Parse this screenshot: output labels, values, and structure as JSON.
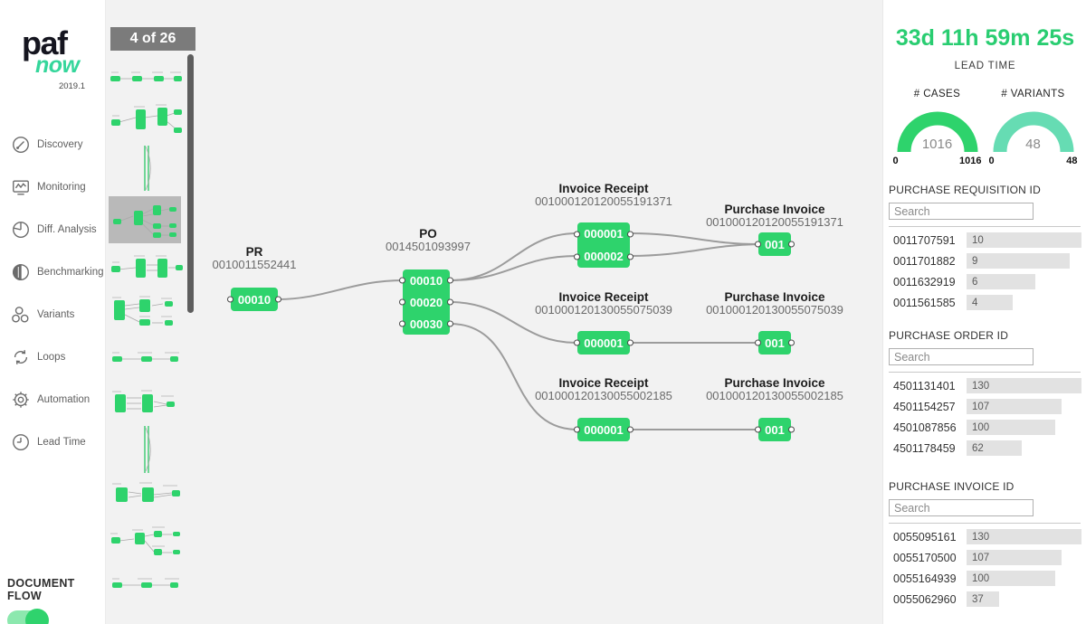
{
  "sidebar": {
    "logo": {
      "paf": "paf",
      "now": "now",
      "version": "2019.1"
    },
    "items": [
      {
        "label": "Discovery"
      },
      {
        "label": "Monitoring"
      },
      {
        "label": "Diff. Analysis"
      },
      {
        "label": "Benchmarking"
      },
      {
        "label": "Variants"
      },
      {
        "label": "Loops"
      },
      {
        "label": "Automation"
      },
      {
        "label": "Lead Time"
      }
    ],
    "document_flow_label": "DOCUMENT FLOW",
    "document_flow_on": true
  },
  "thumbnails": {
    "counter": "4 of 26",
    "selected": 4,
    "total": 26
  },
  "diagram": {
    "nodes": {
      "pr": {
        "title": "PR",
        "subtitle": "0010011552441",
        "items": {
          "0": "00010"
        }
      },
      "po": {
        "title": "PO",
        "subtitle": "0014501093997",
        "items": {
          "0": "00010",
          "1": "00020",
          "2": "00030"
        }
      },
      "ir1": {
        "title": "Invoice Receipt",
        "subtitle": "001000120120055191371",
        "items": {
          "0": "000001",
          "1": "000002"
        }
      },
      "pi1": {
        "title": "Purchase Invoice",
        "subtitle": "001000120120055191371",
        "items": {
          "0": "001"
        }
      },
      "ir2": {
        "title": "Invoice Receipt",
        "subtitle": "001000120130055075039",
        "items": {
          "0": "000001"
        }
      },
      "pi2": {
        "title": "Purchase Invoice",
        "subtitle": "001000120130055075039",
        "items": {
          "0": "001"
        }
      },
      "ir3": {
        "title": "Invoice Receipt",
        "subtitle": "001000120130055002185",
        "items": {
          "0": "000001"
        }
      },
      "pi3": {
        "title": "Purchase Invoice",
        "subtitle": "001000120130055002185",
        "items": {
          "0": "001"
        }
      }
    }
  },
  "kpis": {
    "lead_time_value": "33d 11h 59m 25s",
    "lead_time_label": "LEAD TIME",
    "gauges": [
      {
        "label": "# CASES",
        "value": 1016,
        "min": 0,
        "max": 1016,
        "color": "#2ed36c"
      },
      {
        "label": "# VARIANTS",
        "value": 48,
        "min": 0,
        "max": 48,
        "color": "#66dcb3"
      }
    ]
  },
  "filters": [
    {
      "title": "PURCHASE REQUISITION ID",
      "search_placeholder": "Search",
      "max": 10,
      "rows": [
        {
          "id": "0011707591",
          "value": 10
        },
        {
          "id": "0011701882",
          "value": 9
        },
        {
          "id": "0011632919",
          "value": 6
        },
        {
          "id": "0011561585",
          "value": 4
        }
      ]
    },
    {
      "title": "PURCHASE ORDER ID",
      "search_placeholder": "Search",
      "max": 130,
      "rows": [
        {
          "id": "4501131401",
          "value": 130
        },
        {
          "id": "4501154257",
          "value": 107
        },
        {
          "id": "4501087856",
          "value": 100
        },
        {
          "id": "4501178459",
          "value": 62
        }
      ]
    },
    {
      "title": "PURCHASE INVOICE ID",
      "search_placeholder": "Search",
      "max": 130,
      "rows": [
        {
          "id": "0055095161",
          "value": 130
        },
        {
          "id": "0055170500",
          "value": 107
        },
        {
          "id": "0055164939",
          "value": 100
        },
        {
          "id": "0055062960",
          "value": 37
        }
      ]
    }
  ],
  "colors": {
    "node_green": "#2ed36c",
    "brand_teal": "#35d69b",
    "lead_time_green": "#29cd71",
    "variants_gauge": "#66dcb3",
    "canvas_bg": "#f2f2f2",
    "toggle_track": "#8ce8ae",
    "toggle_knob": "#2fd36d"
  }
}
